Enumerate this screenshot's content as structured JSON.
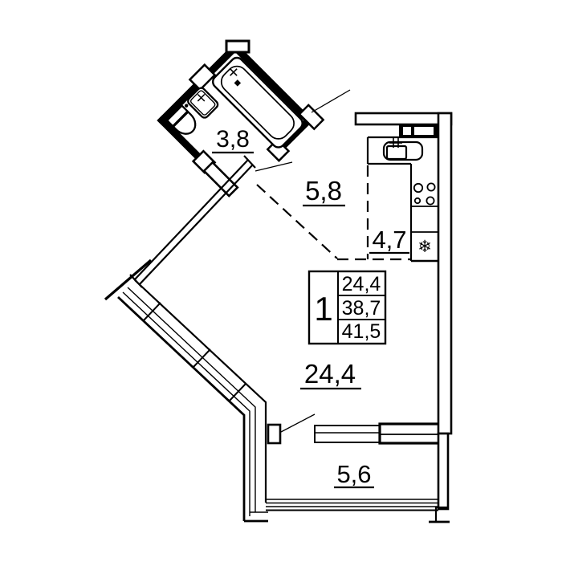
{
  "page": {
    "background": "#ffffff",
    "title": "Studio apartment floor plan"
  },
  "plan": {
    "line_color": "#000000",
    "labels": {
      "bathroom_area": "3,8",
      "hall_area": "5,8",
      "kitchen_area": "4,7",
      "living_area": "24,4",
      "balcony_area": "5,6"
    },
    "info_box": {
      "room_count": "1",
      "living_area": "24,4",
      "apartment_area": "38,7",
      "total_area": "41,5"
    },
    "icons": {
      "fridge_snowflake": "❄"
    }
  }
}
